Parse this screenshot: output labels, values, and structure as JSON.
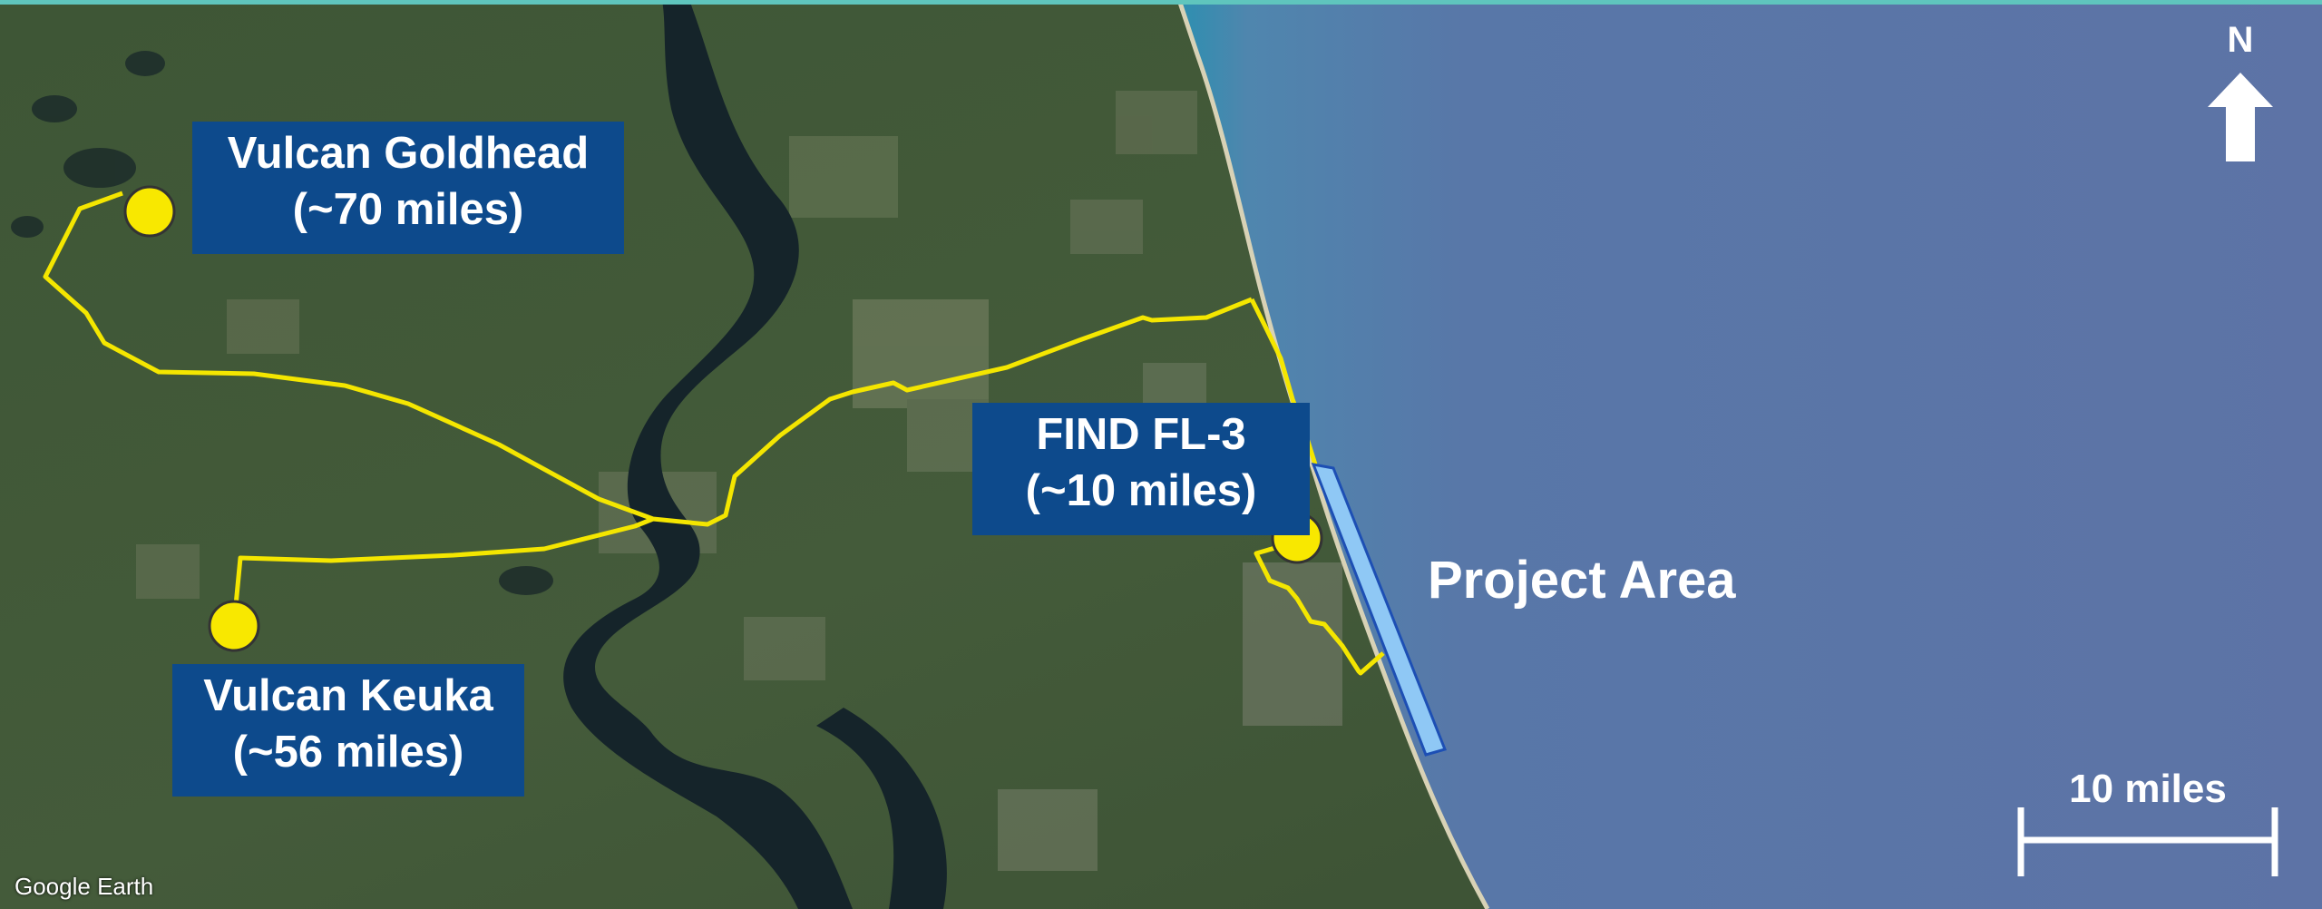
{
  "attribution": "Google Earth",
  "north_arrow": {
    "label": "N",
    "icon": "north-arrow-icon"
  },
  "scale_bar": {
    "label": "10 miles"
  },
  "project_area": {
    "label": "Project Area",
    "color": "#8fc8f5"
  },
  "route_color": "#f4e600",
  "marker_color": "#f8e800",
  "label_box_color": "#0d4a8c",
  "sites": [
    {
      "name": "Vulcan Goldhead",
      "distance": "(~70 miles)"
    },
    {
      "name": "Vulcan Keuka",
      "distance": "(~56 miles)"
    },
    {
      "name": "FIND FL-3",
      "distance": "(~10 miles)"
    }
  ]
}
